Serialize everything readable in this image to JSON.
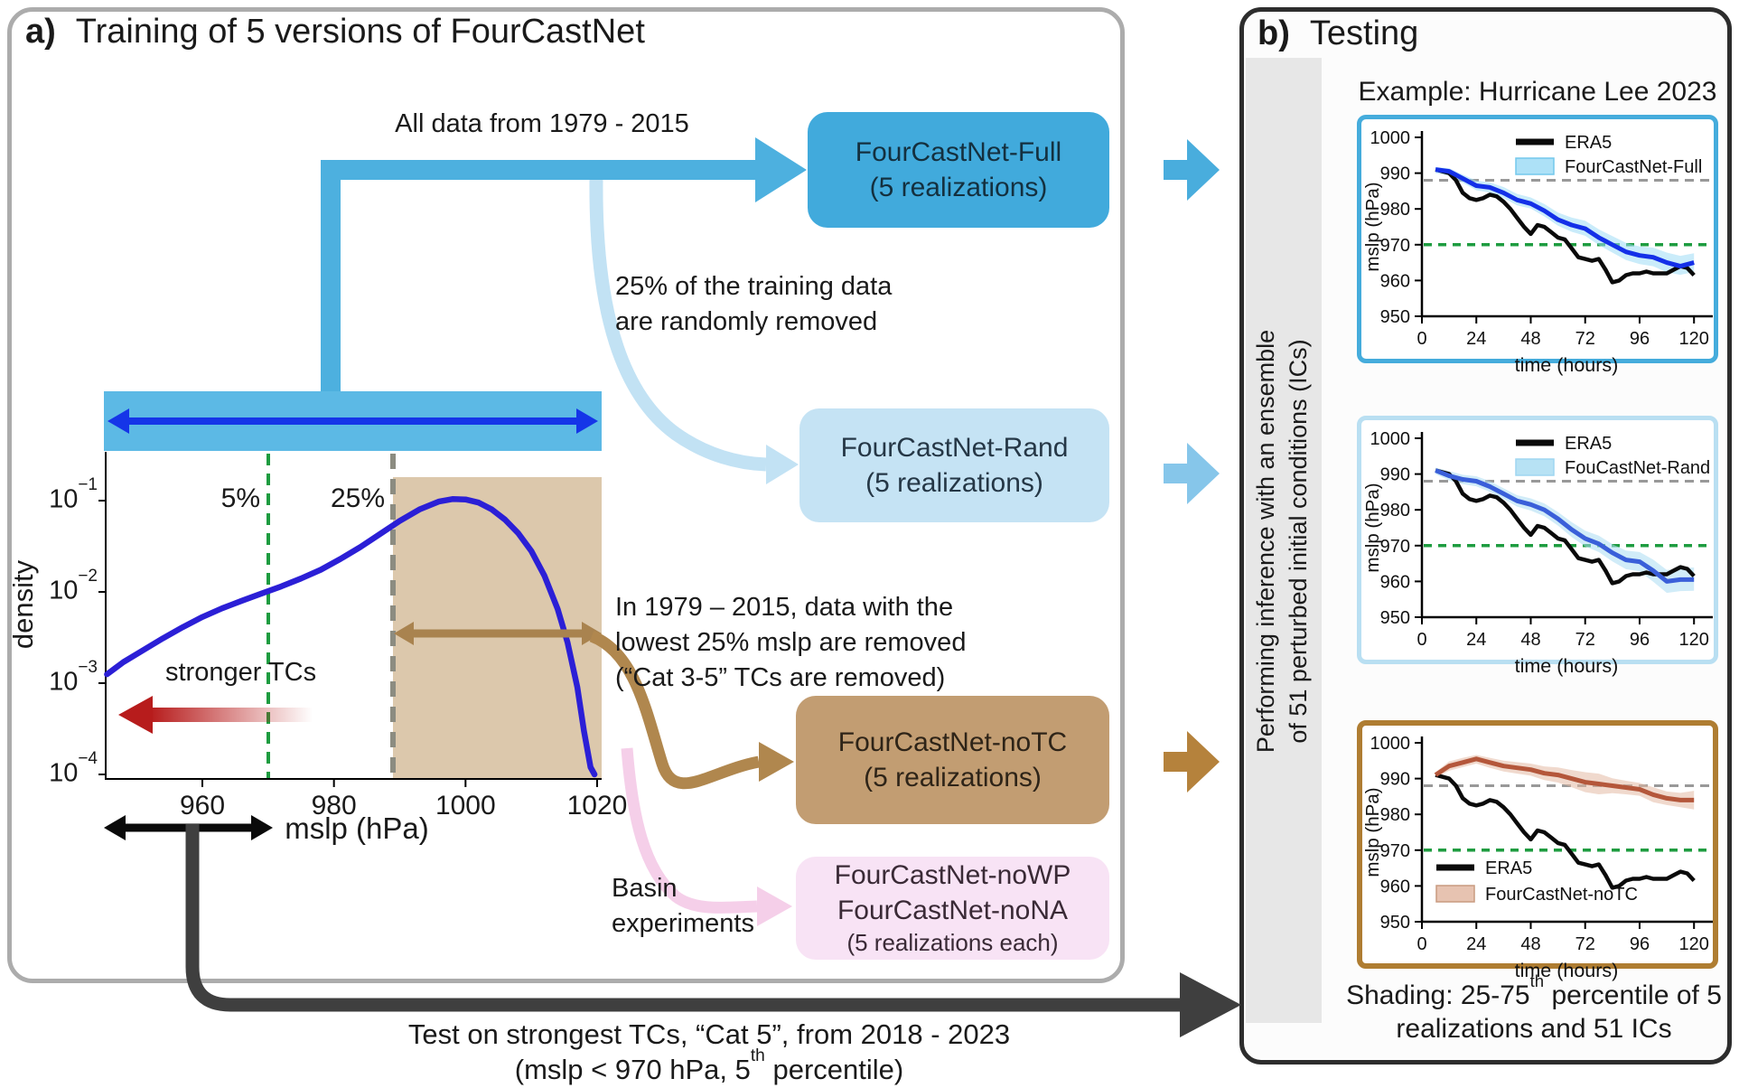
{
  "panel_a": {
    "label": "a)",
    "title": "Training of 5 versions of FourCastNet",
    "all_data_arrow_label": "All data from 1979 - 2015",
    "rand_note": [
      "25% of the training data",
      "are randomly removed"
    ],
    "notc_note": [
      "In 1979 – 2015, data with the",
      "lowest 25% mslp are removed",
      "(“Cat 3-5” TCs are removed)"
    ],
    "basin_note": [
      "Basin",
      "experiments"
    ],
    "stronger_tcs_label": "stronger TCs",
    "pct5_label": "5%",
    "pct25_label": "25%",
    "bottom_note_line1": "Test on strongest TCs, “Cat 5”, from 2018 - 2023",
    "bottom_note_line2": {
      "pre": "(mslp < 970 hPa, 5",
      "sup": "th",
      "post": " percentile)"
    },
    "boxes": {
      "full": [
        "FourCastNet-Full",
        "(5 realizations)"
      ],
      "rand": [
        "FourCastNet-Rand",
        "(5 realizations)"
      ],
      "notc": [
        "FourCastNet-noTC",
        "(5 realizations)"
      ],
      "basin": [
        "FourCastNet-noWP",
        "FourCastNet-noNA",
        "(5 realizations each)"
      ]
    }
  },
  "panel_b": {
    "label": "b)",
    "title": "Testing",
    "example_title": "Example: Hurricane Lee 2023",
    "strip_lines": [
      "Performing inference with an ensemble",
      "of 51 perturbed initial conditions (ICs)"
    ],
    "shading_note1": {
      "pre": "Shading: 25-75",
      "sup": "th",
      "post": " percentile of 5"
    },
    "shading_note2": "realizations and 51 ICs"
  },
  "chart_data": {
    "density": {
      "type": "line",
      "xlabel": "mslp (hPa)",
      "ylabel": "density",
      "xlim": [
        945,
        1021
      ],
      "ylog": true,
      "xticks": [
        960,
        980,
        1000,
        1020
      ],
      "ytick_labels": [
        {
          "base": "10",
          "exp": "−1"
        },
        {
          "base": "10",
          "exp": "−2"
        },
        {
          "base": "10",
          "exp": "−3"
        },
        {
          "base": "10",
          "exp": "−4"
        }
      ],
      "vline_5pct_x": 970,
      "vline_25pct_x": 989,
      "shaded_region": {
        "from": 989,
        "to": 1021
      },
      "curve_color": "#2B1FD6",
      "points": [
        [
          945.5,
          0.00125
        ],
        [
          948,
          0.0017
        ],
        [
          951,
          0.0023
        ],
        [
          954,
          0.0031
        ],
        [
          957,
          0.0041
        ],
        [
          960,
          0.0053
        ],
        [
          963,
          0.0066
        ],
        [
          966,
          0.008
        ],
        [
          969,
          0.0096
        ],
        [
          972,
          0.0115
        ],
        [
          975,
          0.014
        ],
        [
          978,
          0.0175
        ],
        [
          981,
          0.023
        ],
        [
          984,
          0.031
        ],
        [
          987,
          0.043
        ],
        [
          990,
          0.06
        ],
        [
          993,
          0.08
        ],
        [
          996,
          0.098
        ],
        [
          998,
          0.104
        ],
        [
          1000,
          0.103
        ],
        [
          1002,
          0.095
        ],
        [
          1004,
          0.08
        ],
        [
          1006,
          0.062
        ],
        [
          1008,
          0.044
        ],
        [
          1010,
          0.028
        ],
        [
          1012,
          0.015
        ],
        [
          1014,
          0.0065
        ],
        [
          1015.5,
          0.0028
        ],
        [
          1017,
          0.0009
        ],
        [
          1018,
          0.0003
        ],
        [
          1019,
          0.00012
        ],
        [
          1019.6,
          0.0001
        ]
      ]
    },
    "test_axes": {
      "xlabel": "time (hours)",
      "ylabel": "mslp (hPa)",
      "xticks": [
        0,
        24,
        48,
        72,
        96,
        120
      ],
      "yticks": [
        950,
        960,
        970,
        980,
        990,
        1000
      ],
      "ylim": [
        950,
        1004
      ],
      "ref_gray_dashed": 988,
      "ref_green_dashed": 970
    },
    "era5": {
      "label": "ERA5",
      "color": "#0A0A0A",
      "t": [
        6,
        12,
        15,
        18,
        21,
        24,
        27,
        30,
        33,
        36,
        39,
        42,
        45,
        48,
        51,
        54,
        57,
        60,
        63,
        66,
        69,
        72,
        75,
        78,
        81,
        84,
        87,
        90,
        93,
        96,
        99,
        102,
        105,
        108,
        111,
        114,
        117,
        120
      ],
      "v": [
        991,
        990,
        988,
        984.5,
        983,
        982.5,
        983,
        984,
        983.5,
        982,
        980,
        977.5,
        975,
        973,
        975.5,
        975,
        973.5,
        972,
        971.5,
        969,
        966.5,
        966,
        965.5,
        966,
        963,
        959.5,
        960,
        961.5,
        962,
        962,
        962.5,
        962,
        962,
        962,
        963,
        964,
        963.5,
        961.5
      ]
    },
    "tests": [
      {
        "name": "FourCastNet-Full",
        "legend": [
          "ERA5",
          "FourCastNet-Full"
        ],
        "legend_pos": "top-right",
        "border": "#45ACDC",
        "line_color": "#1430E8",
        "band_color": "#9FDCF6",
        "band_edge": "#5BBFE9",
        "t": [
          6,
          12,
          18,
          24,
          30,
          36,
          42,
          48,
          54,
          60,
          66,
          72,
          78,
          84,
          90,
          96,
          102,
          108,
          114,
          120
        ],
        "values": [
          991,
          990.5,
          988.5,
          986.5,
          986,
          984.5,
          982.5,
          981.5,
          979.5,
          977,
          975.5,
          974.5,
          972,
          970,
          968,
          967,
          966.5,
          965,
          964,
          965
        ],
        "band_lo": [
          990,
          989.3,
          987.3,
          985.2,
          984.6,
          983,
          981,
          980.1,
          977.9,
          975.3,
          973.6,
          972.5,
          969.9,
          967.8,
          965.7,
          964.6,
          964,
          962.3,
          961.6,
          962.4
        ],
        "band_hi": [
          991.7,
          991.4,
          989.6,
          987.9,
          987.4,
          986.1,
          984.2,
          983.2,
          981.4,
          979,
          977.6,
          976.7,
          974.3,
          972.4,
          970.5,
          969.5,
          969.2,
          967.8,
          966.9,
          967.6
        ]
      },
      {
        "name": "FouCastNet-Rand",
        "legend": [
          "ERA5",
          "FouCastNet-Rand"
        ],
        "legend_pos": "top-right",
        "border": "#B9DFF2",
        "line_color": "#3A5FD9",
        "band_color": "#ABDDF3",
        "band_edge": "#8FCFEF",
        "t": [
          6,
          12,
          18,
          24,
          30,
          36,
          42,
          48,
          54,
          60,
          66,
          72,
          78,
          84,
          90,
          96,
          102,
          108,
          114,
          120
        ],
        "values": [
          991,
          989.5,
          988.5,
          988,
          986.5,
          984.5,
          982.5,
          981.5,
          980,
          977.5,
          974.5,
          972,
          970.5,
          968,
          966,
          965.5,
          963,
          960,
          960.5,
          960.5
        ],
        "band_lo": [
          990,
          988.2,
          987.2,
          986.6,
          985,
          983,
          980.9,
          979.8,
          978.2,
          975.6,
          972.4,
          969.8,
          968.2,
          965.6,
          963.4,
          962.8,
          959.9,
          956.8,
          957.3,
          957.4
        ],
        "band_hi": [
          991.8,
          990.8,
          989.8,
          989.4,
          988,
          986,
          984.1,
          983.2,
          981.8,
          979.4,
          976.6,
          974.2,
          972.8,
          970.4,
          968.6,
          968.2,
          966.1,
          963.2,
          963.7,
          963.9
        ]
      },
      {
        "name": "FourCastNet-noTC",
        "legend": [
          "ERA5",
          "FourCastNet-noTC"
        ],
        "legend_pos": "bottom-left",
        "border": "#AF7D32",
        "line_color": "#B4573B",
        "band_color": "#E3B9A4",
        "band_edge": "#C08A6B",
        "t": [
          6,
          12,
          18,
          24,
          30,
          36,
          42,
          48,
          54,
          60,
          66,
          72,
          78,
          84,
          90,
          96,
          102,
          108,
          114,
          120
        ],
        "values": [
          991,
          993.5,
          994.5,
          995.5,
          994.5,
          993.5,
          993,
          992.5,
          991.5,
          991,
          990,
          989,
          988.5,
          988,
          987.5,
          987,
          985.5,
          984.5,
          984,
          984
        ],
        "band_lo": [
          990.2,
          992.2,
          993.2,
          994.2,
          993,
          992,
          991.4,
          990.8,
          989.6,
          988.9,
          987.6,
          986.2,
          985.6,
          985.9,
          985.6,
          985.2,
          983.4,
          982.6,
          982,
          981.4
        ],
        "band_hi": [
          991.8,
          994.8,
          995.8,
          996.6,
          995.8,
          995,
          994.6,
          994.2,
          993.4,
          993.1,
          992.4,
          991.8,
          991.4,
          990.1,
          989.4,
          988.8,
          987.6,
          986.4,
          986,
          986.6
        ]
      }
    ]
  },
  "colors": {
    "arrow_blue": "#4DB0DF",
    "band_blue": "#5CB9E5",
    "royal_blue_arrow": "#1535E8",
    "light_blue_arrow": "#C2E2F4",
    "chevron_blue": "#49ADDD",
    "chevron_light_blue": "#86C6EA",
    "chevron_brown": "#B5823C",
    "brown_arrow": "#A9834F",
    "brown_curve": "#B0874E",
    "pink_arrow": "#F5CFE9",
    "tan_region": "#DCC8AC",
    "green_dashed": "#1E9C40",
    "gray_dashed": "#8C8C81",
    "red_arrow": "#B71C1C",
    "dark_arrow": "#3F3F3F",
    "box_full_bg": "#41AADC",
    "box_rand_bg": "#C5E3F4",
    "box_notc_bg": "#C29D72",
    "box_basin_bg": "#F8E3F5"
  }
}
